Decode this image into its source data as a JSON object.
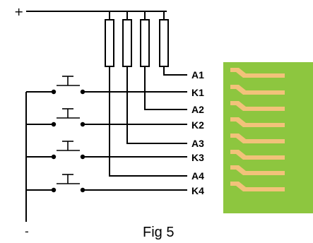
{
  "supply": {
    "plus": "+",
    "minus": "-"
  },
  "lines": [
    {
      "id": "a1",
      "label": "A1"
    },
    {
      "id": "k1",
      "label": "K1"
    },
    {
      "id": "a2",
      "label": "A2"
    },
    {
      "id": "k2",
      "label": "K2"
    },
    {
      "id": "a3",
      "label": "A3"
    },
    {
      "id": "k3",
      "label": "K3"
    },
    {
      "id": "a4",
      "label": "A4"
    },
    {
      "id": "k4",
      "label": "K4"
    }
  ],
  "caption": "Fig 5",
  "colors": {
    "board": "#8dc63f",
    "pad": "#f2c27a",
    "wire": "#000000"
  }
}
